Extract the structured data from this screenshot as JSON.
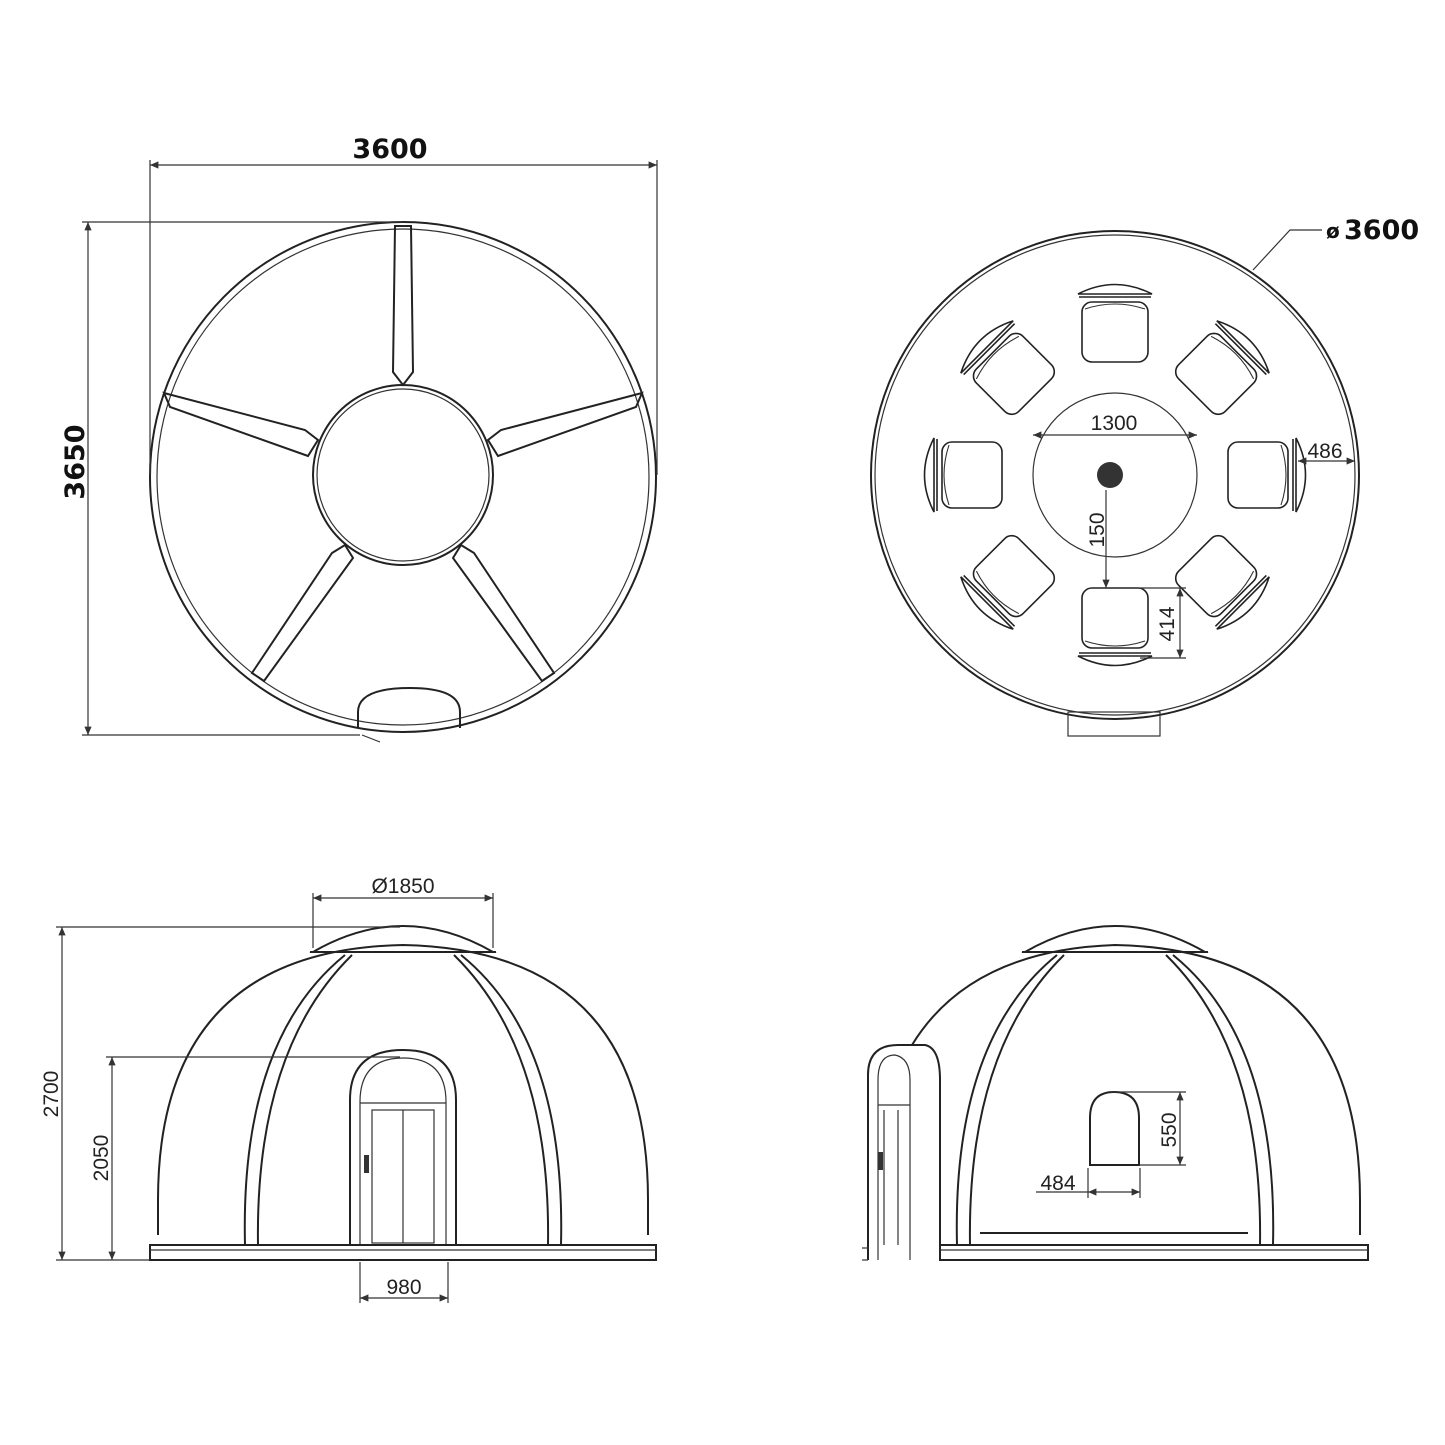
{
  "views": {
    "top_plan": {
      "width_label": "3600",
      "depth_label": "3650"
    },
    "floor_plan": {
      "diameter_symbol": "ø",
      "diameter_label": "3600",
      "table_label": "1300",
      "chair_gap_label": "486",
      "table_clearance_label": "150",
      "chair_depth_label": "414",
      "chair_count": 8
    },
    "front_elevation": {
      "skylight_label": "Ø1850",
      "height_label": "2700",
      "door_height_label": "2050",
      "door_width_label": "980"
    },
    "side_elevation": {
      "window_height_label": "550",
      "window_width_label": "484"
    }
  }
}
